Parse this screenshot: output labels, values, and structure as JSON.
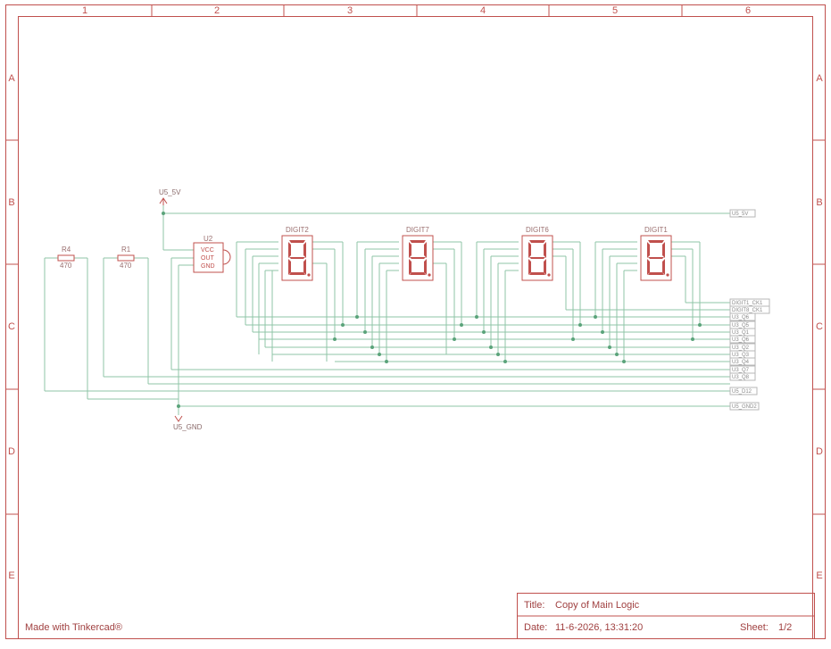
{
  "frame": {
    "columns": [
      "1",
      "2",
      "3",
      "4",
      "5",
      "6"
    ],
    "rows": [
      "A",
      "B",
      "C",
      "D",
      "E"
    ]
  },
  "title_block": {
    "title_label": "Title:",
    "title_value": "Copy of Main Logic",
    "date_label": "Date:",
    "date_value": "11-6-2026, 13:31:20",
    "sheet_label": "Sheet:",
    "sheet_value": "1/2"
  },
  "footer": {
    "made_with": "Made with Tinkercad®"
  },
  "resistors": [
    {
      "ref": "R4",
      "value": "470"
    },
    {
      "ref": "R1",
      "value": "470"
    }
  ],
  "chip": {
    "ref": "U2",
    "pins": [
      "VCC",
      "OUT",
      "GND"
    ]
  },
  "displays": [
    {
      "ref": "DIGIT2"
    },
    {
      "ref": "DIGIT7"
    },
    {
      "ref": "DIGIT6"
    },
    {
      "ref": "DIGIT1"
    }
  ],
  "power": {
    "vcc": "U5_5V",
    "gnd": "U5_GND"
  },
  "nets": [
    "U5_5V",
    "DIGIT1_CK1",
    "DIGIT8_CK1",
    "U3_Q6",
    "U3_Q5",
    "U3_Q1",
    "U3_Q6",
    "U3_Q2",
    "U3_Q3",
    "U3_Q4",
    "U3_Q7",
    "U3_Q8",
    "U5_D12",
    "U5_GND2"
  ]
}
